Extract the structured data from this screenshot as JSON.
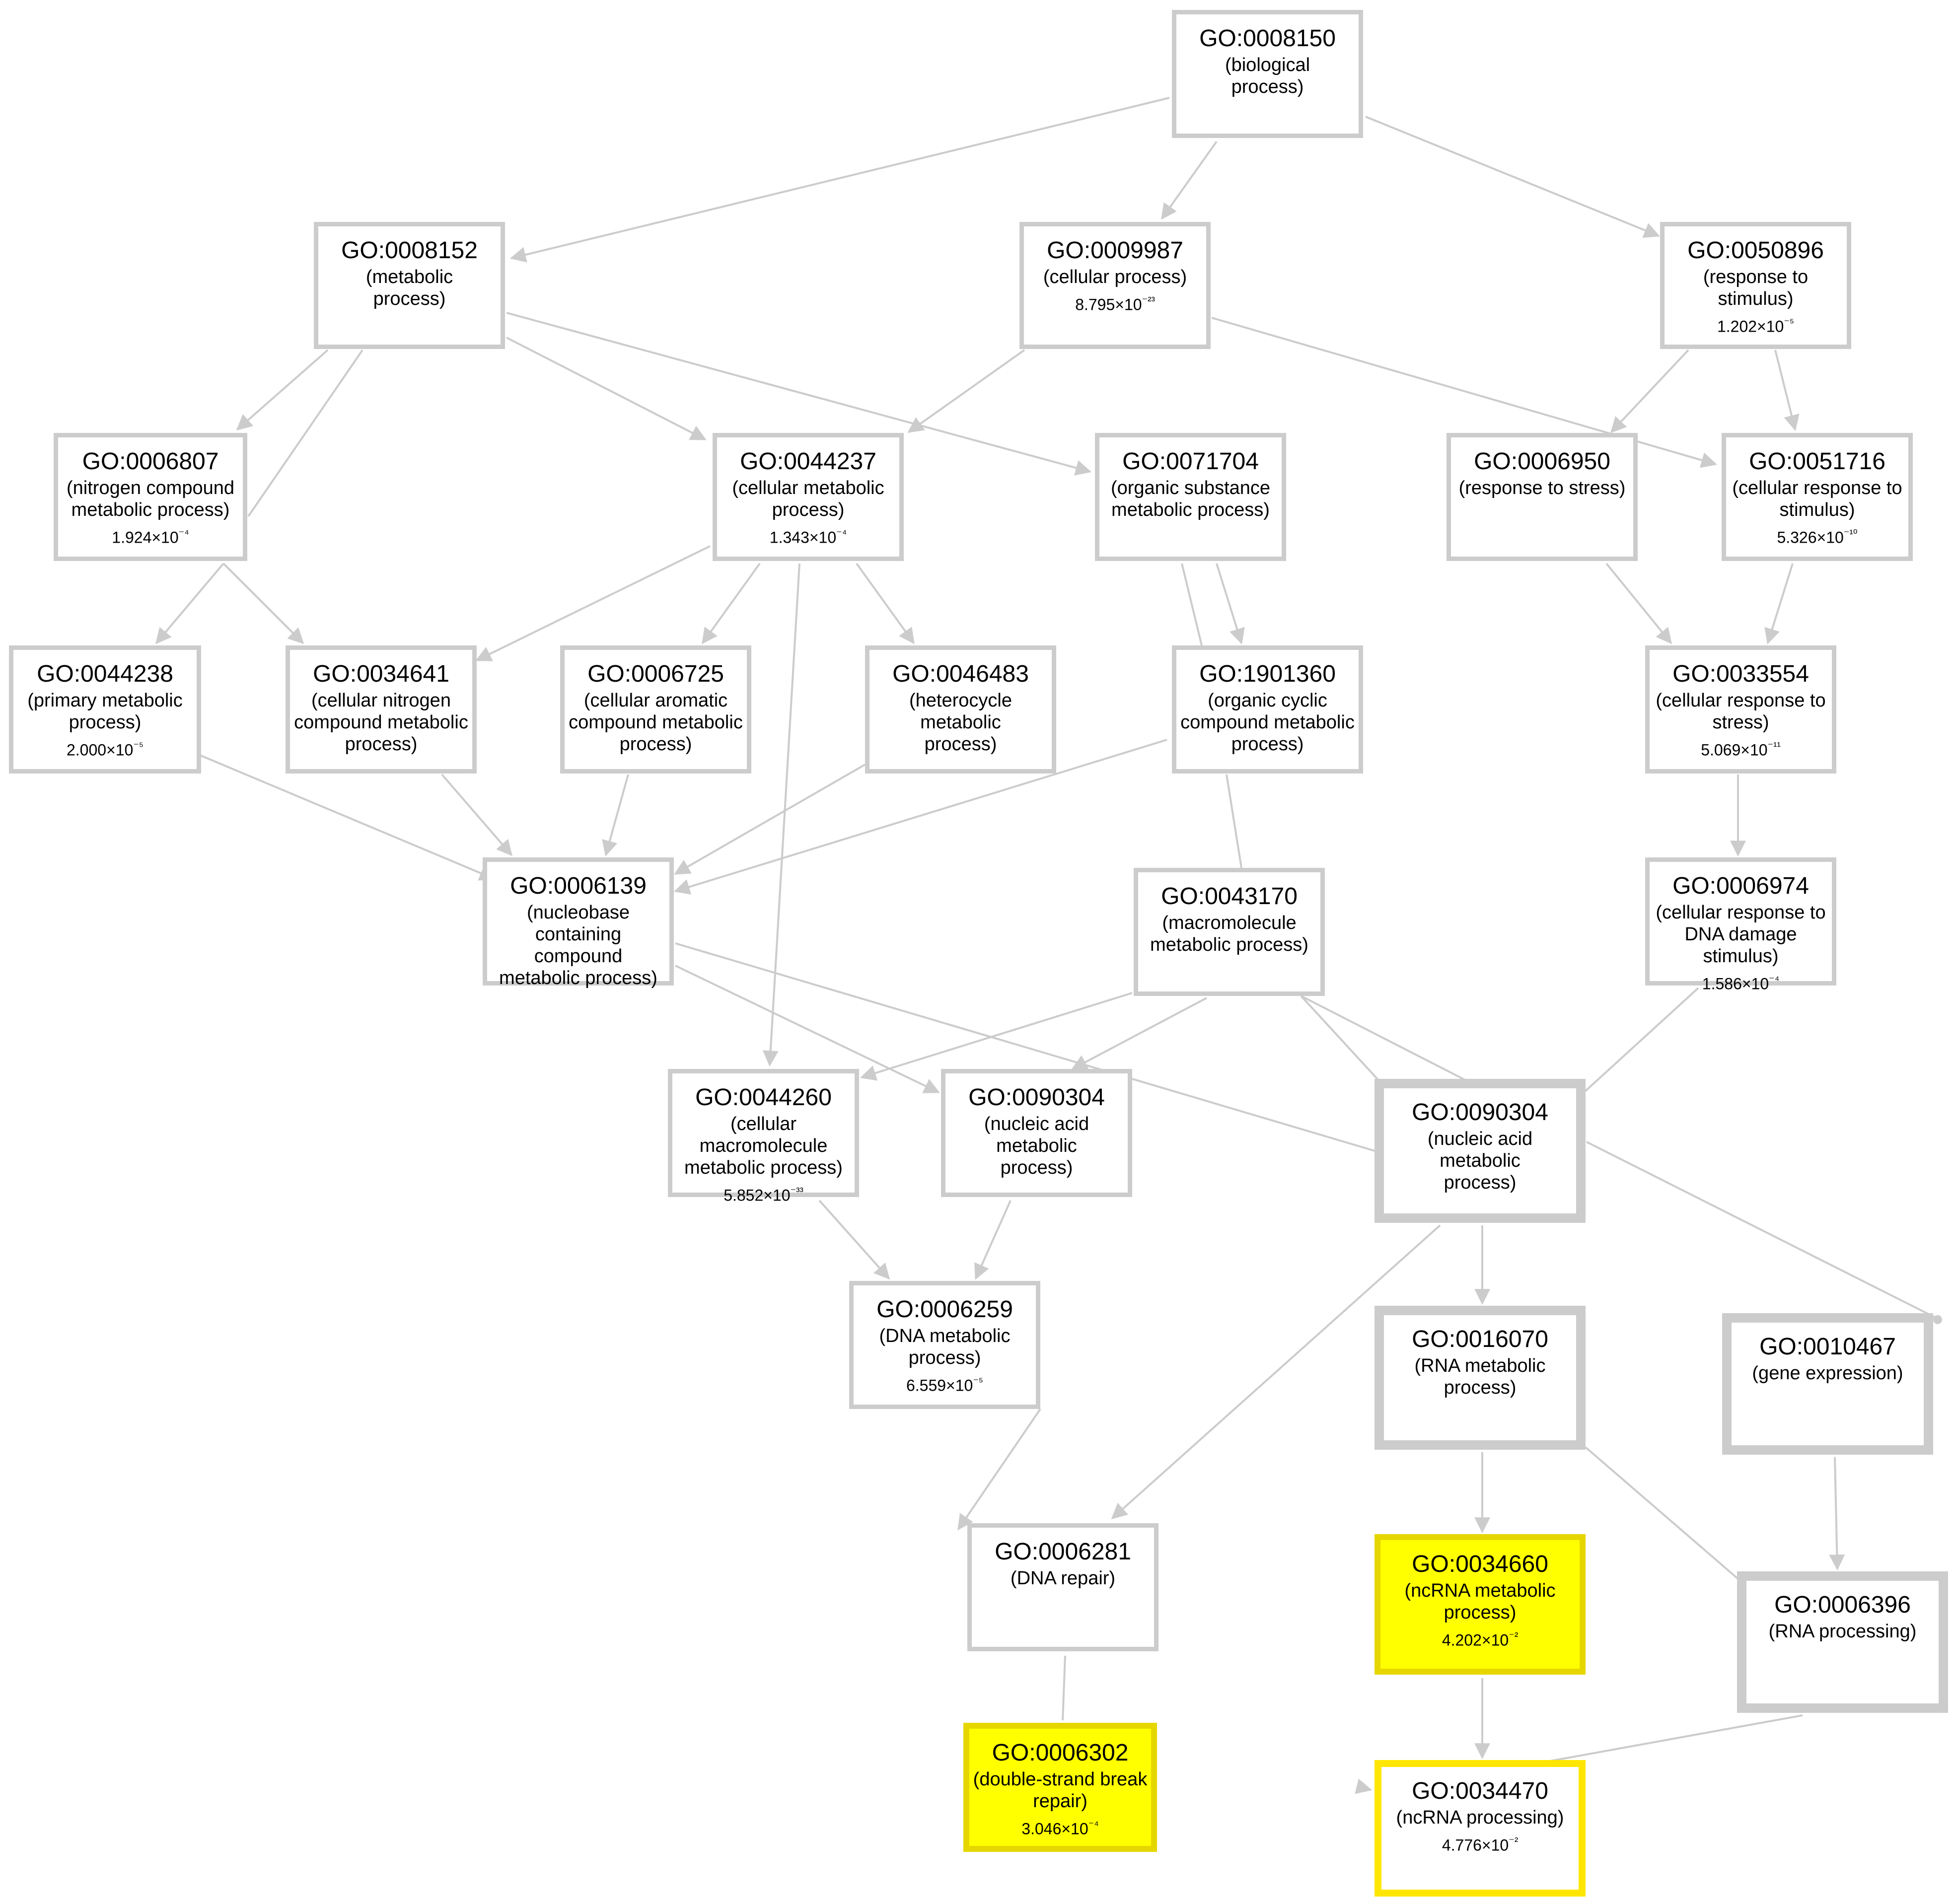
{
  "diagram": {
    "node_color": "#cccccc",
    "highlight_color": "#ffff00",
    "nodes": [
      {
        "id": "GO:0008150",
        "desc": "(biological\nprocess)",
        "pval": ""
      },
      {
        "id": "GO:0008152",
        "desc": "(metabolic\nprocess)",
        "pval": ""
      },
      {
        "id": "GO:0009987",
        "desc": "(cellular process)",
        "pval": "8.795×10⁻²³"
      },
      {
        "id": "GO:0050896",
        "desc": "(response to stimulus)",
        "pval": "1.202×10⁻⁵"
      },
      {
        "id": "GO:0006807",
        "desc": "(nitrogen compound\nmetabolic process)",
        "pval": "1.924×10⁻⁴"
      },
      {
        "id": "GO:0044237",
        "desc": "(cellular metabolic\nprocess)",
        "pval": "1.343×10⁻⁴"
      },
      {
        "id": "GO:0071704",
        "desc": "(organic substance\nmetabolic process)",
        "pval": ""
      },
      {
        "id": "GO:0006950",
        "desc": "(response to stress)",
        "pval": ""
      },
      {
        "id": "GO:0051716",
        "desc": "(cellular response to\nstimulus)",
        "pval": "5.326×10⁻¹⁰"
      },
      {
        "id": "GO:0044238",
        "desc": "(primary metabolic\nprocess)",
        "pval": "2.000×10⁻⁵"
      },
      {
        "id": "GO:0034641",
        "desc": "(cellular nitrogen\ncompound metabolic\nprocess)",
        "pval": ""
      },
      {
        "id": "GO:0006725",
        "desc": "(cellular aromatic\ncompound metabolic\nprocess)",
        "pval": ""
      },
      {
        "id": "GO:0046483",
        "desc": "(heterocycle metabolic\nprocess)",
        "pval": ""
      },
      {
        "id": "GO:1901360",
        "desc": "(organic cyclic\ncompound metabolic\nprocess)",
        "pval": ""
      },
      {
        "id": "GO:0033554",
        "desc": "(cellular response to\nstress)",
        "pval": "5.069×10⁻¹¹"
      },
      {
        "id": "GO:0006139",
        "desc": "(nucleobase\ncontaining compound\nmetabolic process)",
        "pval": ""
      },
      {
        "id": "GO:0043170",
        "desc": "(macromolecule\nmetabolic process)",
        "pval": ""
      },
      {
        "id": "GO:0006974",
        "desc": "(cellular response to\nDNA damage stimulus)",
        "pval": "1.586×10⁻⁴"
      },
      {
        "id": "GO:0044260",
        "desc": "(cellular macromolecule\nmetabolic process)",
        "pval": "5.852×10⁻³³"
      },
      {
        "id": "GO:0090304",
        "desc": "(nucleic acid metabolic\nprocess)",
        "pval": ""
      },
      {
        "id": "GO:0090304",
        "desc": "(nucleic acid metabolic\nprocess)",
        "pval": ""
      },
      {
        "id": "GO:0006259",
        "desc": "(DNA metabolic\nprocess)",
        "pval": "6.559×10⁻⁵"
      },
      {
        "id": "GO:0016070",
        "desc": "(RNA metabolic\nprocess)",
        "pval": ""
      },
      {
        "id": "GO:0010467",
        "desc": "(gene expression)",
        "pval": ""
      },
      {
        "id": "GO:0006281",
        "desc": "(DNA repair)",
        "pval": ""
      },
      {
        "id": "GO:0034660",
        "desc": "(ncRNA metabolic\nprocess)",
        "pval": "4.202×10⁻²"
      },
      {
        "id": "GO:0006396",
        "desc": "(RNA processing)",
        "pval": ""
      },
      {
        "id": "GO:0006302",
        "desc": "(double-strand break\nrepair)",
        "pval": "3.046×10⁻⁴"
      },
      {
        "id": "GO:0034470",
        "desc": "(ncRNA processing)",
        "pval": "4.776×10⁻²"
      }
    ]
  }
}
